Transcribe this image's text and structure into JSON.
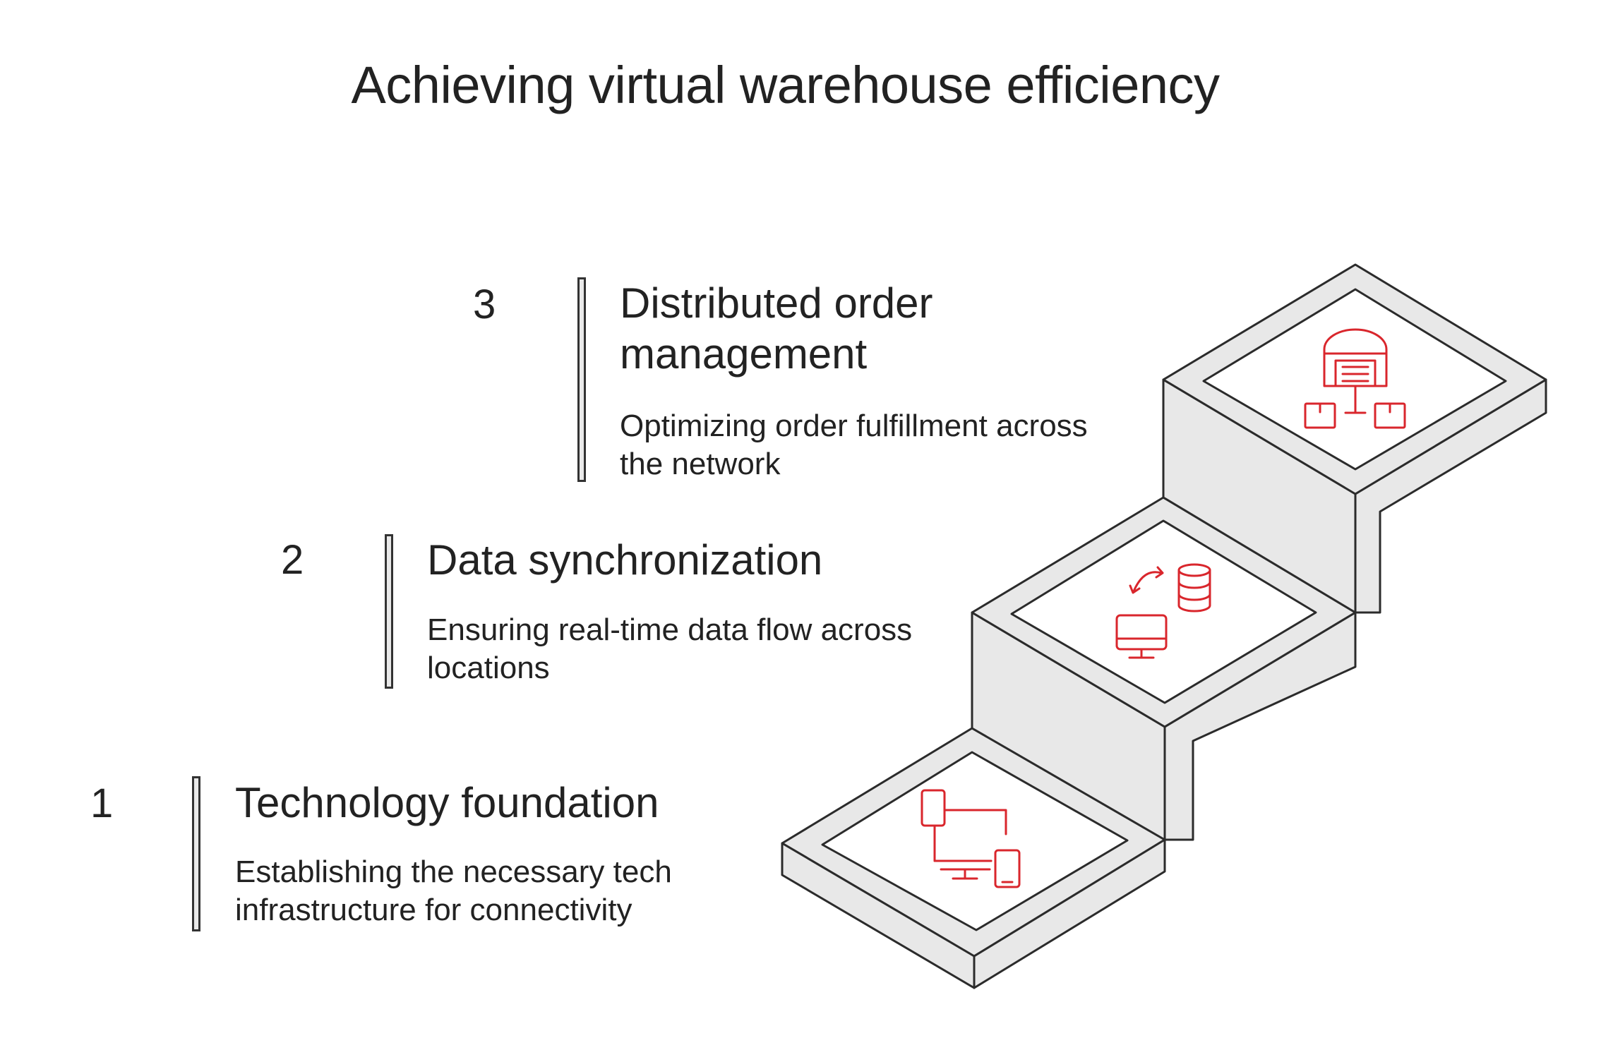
{
  "title": "Achieving virtual warehouse efficiency",
  "steps": [
    {
      "number": "1",
      "title": "Technology foundation",
      "description": "Establishing the necessary tech\ninfrastructure for connectivity",
      "icon": "devices-network-icon"
    },
    {
      "number": "2",
      "title": "Data synchronization",
      "description": "Ensuring real-time data flow across\nlocations",
      "icon": "database-sync-icon"
    },
    {
      "number": "3",
      "title": "Distributed order\nmanagement",
      "description": "Optimizing order fulfillment across\nthe network",
      "icon": "warehouse-distribution-icon"
    }
  ],
  "colors": {
    "icon": "#d9262c",
    "surface": "#e8e8e8",
    "outline": "#2b2b2b"
  }
}
